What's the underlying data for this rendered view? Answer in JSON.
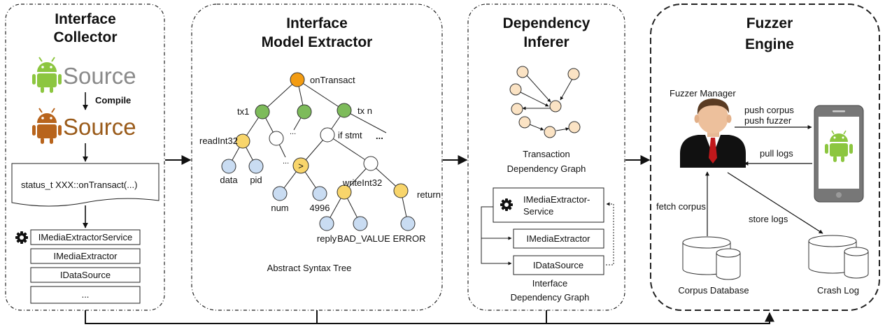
{
  "collector": {
    "title_line1": "Interface",
    "title_line2": "Collector",
    "source_label": "Source",
    "compile_label": "Compile",
    "compiled_label": "Source",
    "code_signature": "status_t XXX::onTransact(...)",
    "interfaces": [
      "IMediaExtractorService",
      "IMediaExtractor",
      "IDataSource",
      "..."
    ]
  },
  "extractor": {
    "title_line1": "Interface",
    "title_line2": "Model Extractor",
    "caption": "Abstract Syntax Tree",
    "nodes": {
      "root": "onTransact",
      "tx1": "tx1",
      "txn": "tx n",
      "read": "readInt32",
      "ellipsis_a": "...",
      "ifstmt": "if stmt",
      "ellipsis_b": "...",
      "ellipsis_c": "...",
      "data": "data",
      "pid": "pid",
      "gt": ">",
      "num": "num",
      "val": "4996",
      "write": "writeInt32",
      "ret": "return",
      "reply": "reply",
      "bad": "BAD_VALUE",
      "err": "ERROR"
    }
  },
  "inferer": {
    "title_line1": "Dependency",
    "title_line2": "Inferer",
    "tx_graph_line1": "Transaction",
    "tx_graph_line2": "Dependency Graph",
    "svc_line1": "IMediaExtractor-",
    "svc_line2": "Service",
    "box2": "IMediaExtractor",
    "box3": "IDataSource",
    "if_graph_line1": "Interface",
    "if_graph_line2": "Dependency Graph"
  },
  "fuzzer": {
    "title_line1": "Fuzzer",
    "title_line2": "Engine",
    "manager_label": "Fuzzer Manager",
    "push_corpus": "push corpus",
    "push_fuzzer": "push fuzzer",
    "pull_logs": "pull logs",
    "fetch_corpus": "fetch corpus",
    "store_logs": "store logs",
    "corpus_db": "Corpus Database",
    "crash_log": "Crash Log"
  },
  "colors": {
    "android_green": "#8cc63f",
    "android_brown": "#b8641c",
    "node_orange": "#f39c12",
    "node_green": "#7dbb5a",
    "node_yellow": "#f8d56b",
    "node_blue": "#c9dcf2",
    "node_peach": "#fbe3c4"
  }
}
